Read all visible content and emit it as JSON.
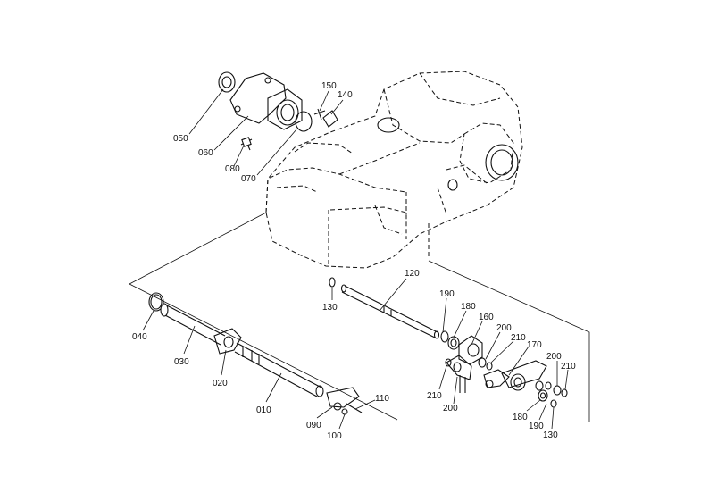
{
  "labels": {
    "p050": "050",
    "p060": "060",
    "p080": "080",
    "p070": "070",
    "p150": "150",
    "p140": "140",
    "p120": "120",
    "p130a": "130",
    "p040": "040",
    "p030": "030",
    "p020": "020",
    "p010": "010",
    "p090": "090",
    "p100": "100",
    "p110": "110",
    "p190a": "190",
    "p180a": "180",
    "p160": "160",
    "p200a": "200",
    "p210a": "210",
    "p170": "170",
    "p200b": "200",
    "p210b": "210",
    "p210c": "210",
    "p200c": "200",
    "p180b": "180",
    "p190b": "190",
    "p130b": "130"
  }
}
